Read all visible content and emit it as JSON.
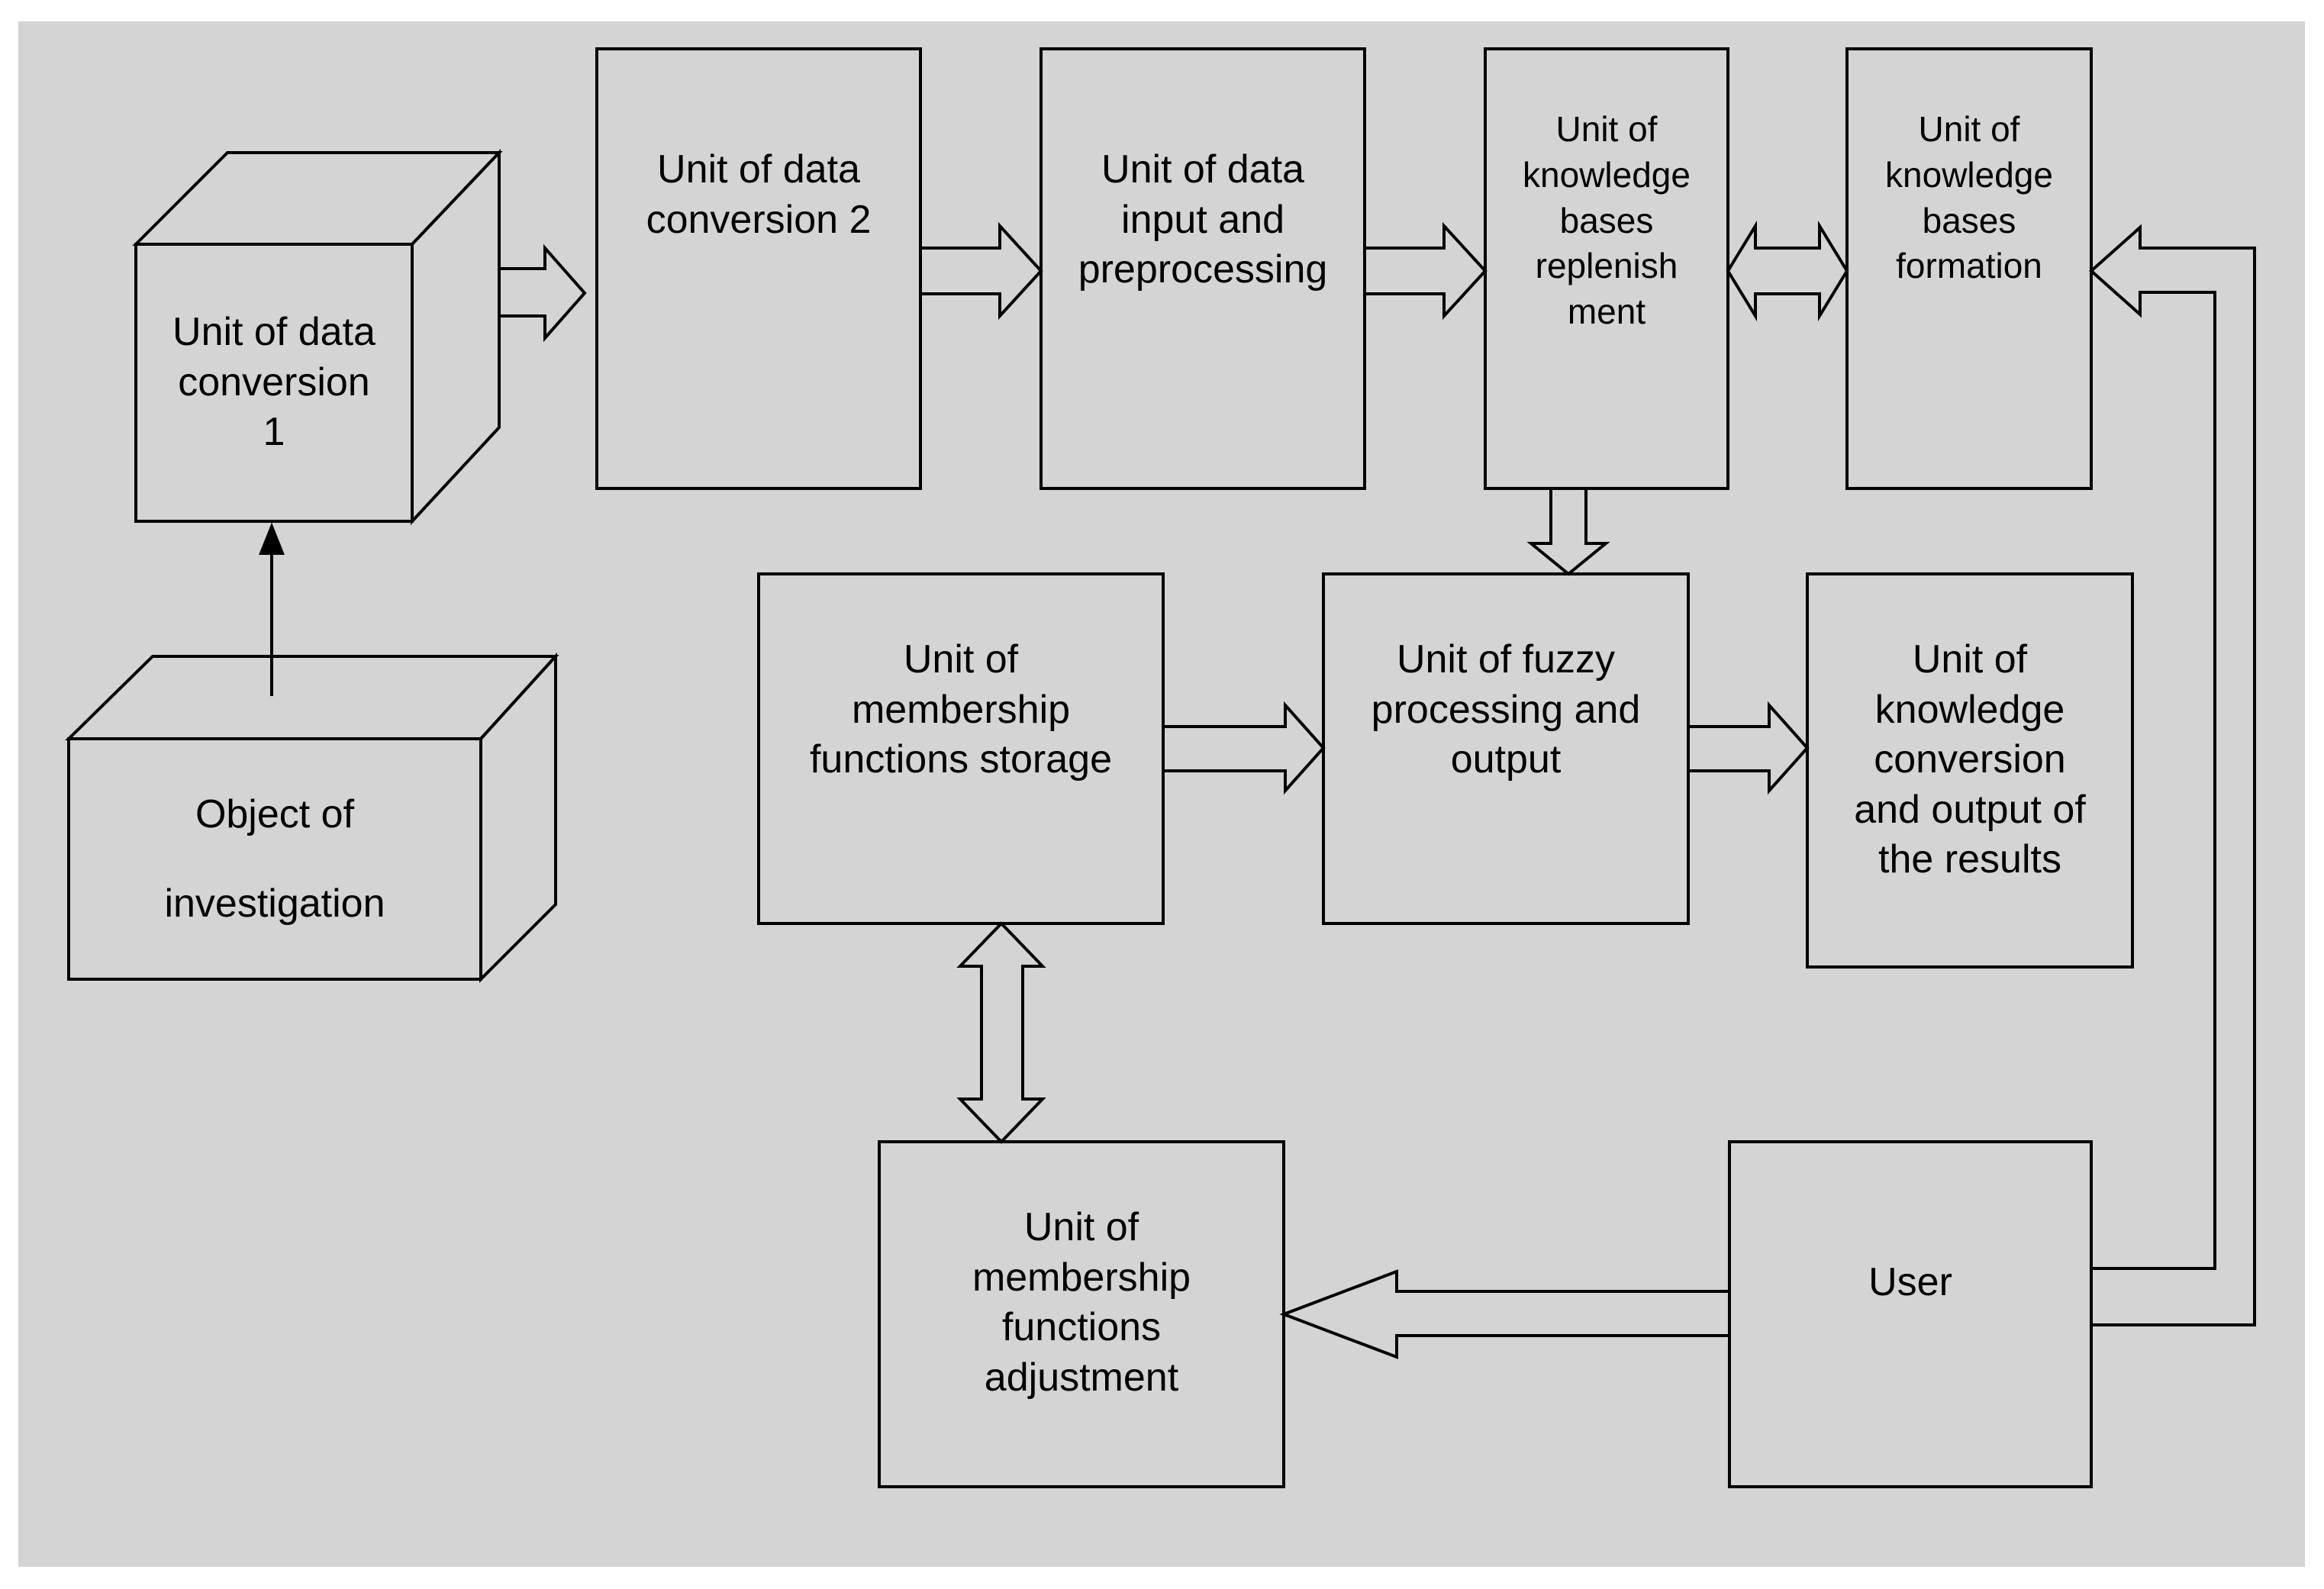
{
  "colors": {
    "background": "#d4d4d4",
    "stroke": "#000000",
    "box_fill": "#d4d4d4",
    "page": "#ffffff"
  },
  "nodes": {
    "conv1": "Unit of data\nconversion\n1",
    "object": "Object of\n\ninvestigation",
    "conv2": "Unit of data\nconversion 2",
    "input": "Unit of data\ninput and\npreprocessing",
    "replenish": "Unit of\nknowledge\nbases\nreplenish\nment",
    "formation": "Unit of\nknowledge\nbases\nformation",
    "storage": "Unit of\nmembership\nfunctions storage",
    "fuzzy": "Unit of fuzzy\nprocessing and\noutput",
    "results": "Unit of\nknowledge\nconversion\nand output of\nthe results",
    "adjust": "Unit of\nmembership\nfunctions\nadjustment",
    "user": "User"
  },
  "edges": [
    {
      "from": "object",
      "to": "conv1",
      "style": "line-arrow"
    },
    {
      "from": "conv1",
      "to": "conv2",
      "style": "block-arrow"
    },
    {
      "from": "conv2",
      "to": "input",
      "style": "block-arrow"
    },
    {
      "from": "input",
      "to": "replenish",
      "style": "block-arrow"
    },
    {
      "from": "replenish",
      "to": "formation",
      "style": "double-block-arrow"
    },
    {
      "from": "replenish",
      "to": "fuzzy",
      "style": "block-arrow"
    },
    {
      "from": "storage",
      "to": "fuzzy",
      "style": "block-arrow"
    },
    {
      "from": "fuzzy",
      "to": "results",
      "style": "block-arrow"
    },
    {
      "from": "storage",
      "to": "adjust",
      "style": "double-block-arrow"
    },
    {
      "from": "user",
      "to": "adjust",
      "style": "block-arrow"
    },
    {
      "from": "user",
      "to": "formation",
      "style": "block-arrow"
    }
  ]
}
